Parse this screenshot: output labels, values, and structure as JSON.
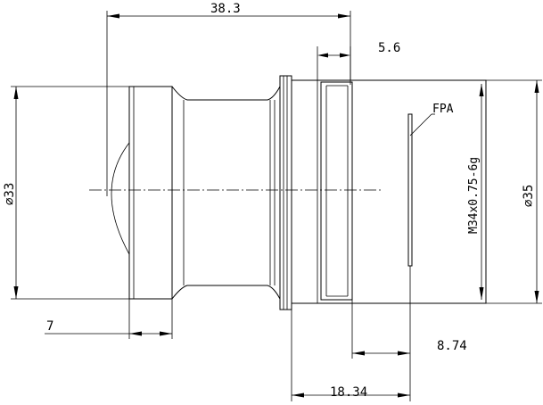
{
  "dimensions": {
    "overall_length": "38.3",
    "flange_offset": "5.6",
    "lens_diameter": "⌀33",
    "mount_diameter": "⌀35",
    "thread": "M34x0.75-6g",
    "short_offset": "7",
    "back_focal": "8.74",
    "flange_to_fpa": "18.34"
  },
  "labels": {
    "fpa": "FPA"
  },
  "colors": {
    "line": "#000000",
    "background": "#ffffff"
  }
}
